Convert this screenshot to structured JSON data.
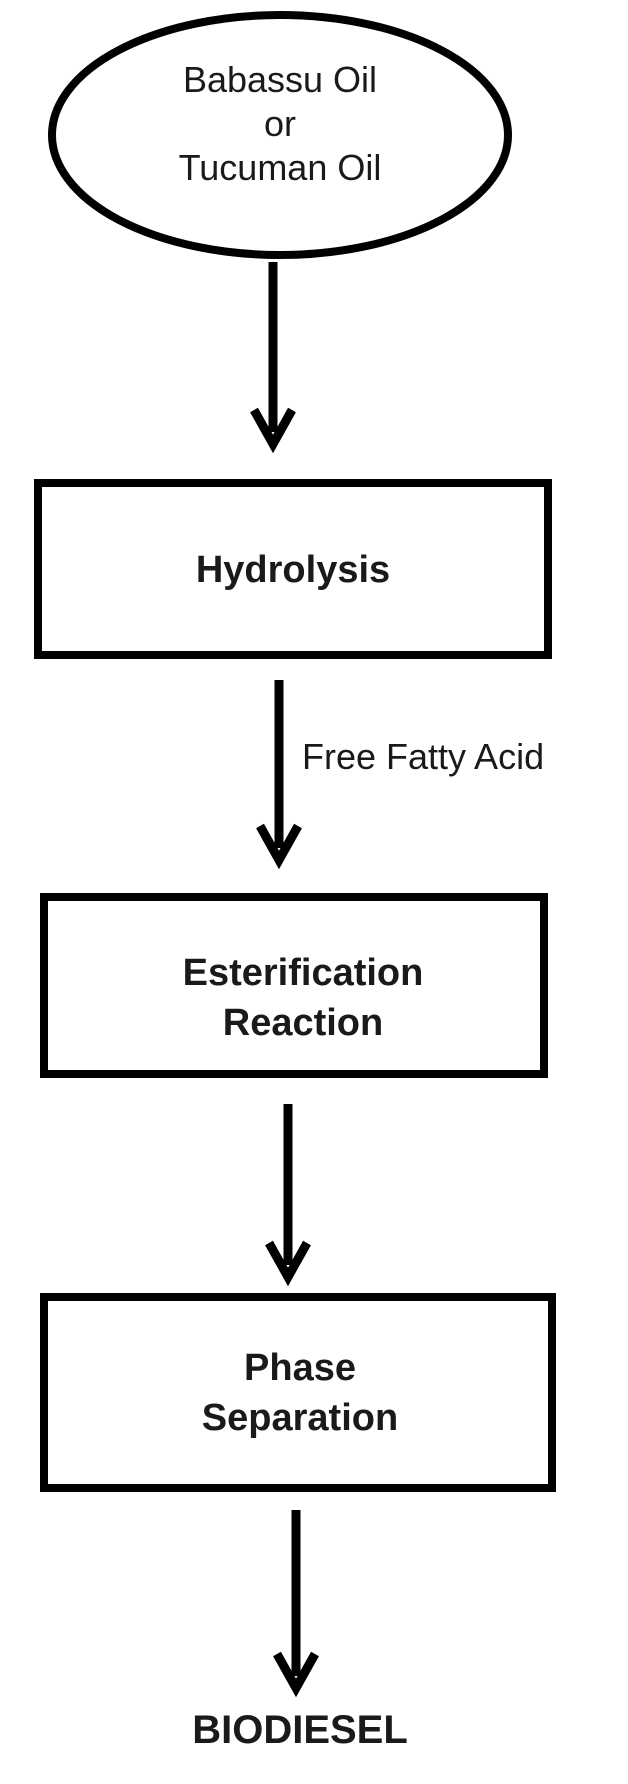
{
  "diagram": {
    "start_node": {
      "lines": [
        "Babassu Oil",
        "or",
        "Tucuman Oil"
      ]
    },
    "step1": {
      "label": "Hydrolysis"
    },
    "edge1_label": "Free Fatty Acid",
    "step2": {
      "lines": [
        "Esterification",
        "Reaction"
      ]
    },
    "step3": {
      "lines": [
        "Phase",
        "Separation"
      ]
    },
    "end_node": "BIODIESEL"
  },
  "colors": {
    "stroke": "#000000",
    "text": "#1a1a1a",
    "background": "#ffffff"
  }
}
